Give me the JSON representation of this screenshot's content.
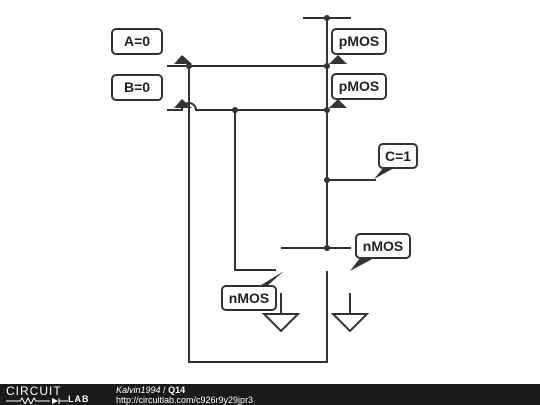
{
  "labels": {
    "a": "A=0",
    "b": "B=0",
    "c": "C=1",
    "pmos_top": "pMOS",
    "pmos_mid": "pMOS",
    "nmos_right": "nMOS",
    "nmos_left": "nMOS"
  },
  "footer": {
    "brand_top": "CIRCUIT",
    "brand_bottom": "LAB",
    "author": "Kalvin1994",
    "separator": " / ",
    "circuit_name": "Q14",
    "url": "http://circuitlab.com/c926r9y29jpr3"
  },
  "colors": {
    "wire": "#333333",
    "label_border": "#333333",
    "footer_bg": "#1a1a1a"
  }
}
